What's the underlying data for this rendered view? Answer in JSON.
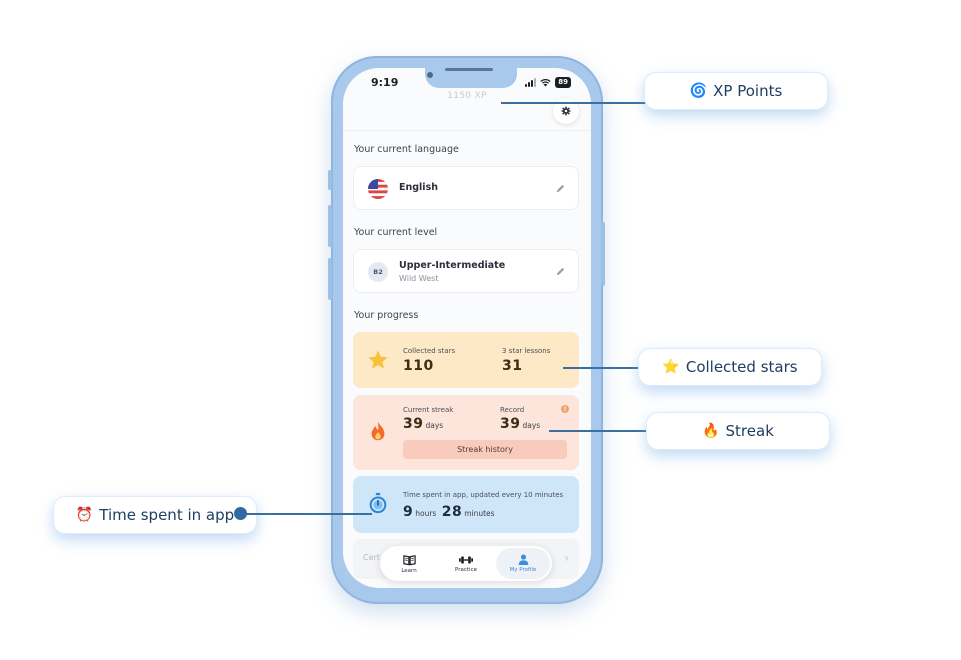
{
  "status_bar": {
    "time": "9:19",
    "battery": "89"
  },
  "profile": {
    "xp": "1150 XP"
  },
  "language_section": {
    "title": "Your current language",
    "language": "English"
  },
  "level_section": {
    "title": "Your current level",
    "badge": "B2",
    "level": "Upper-Intermediate",
    "subtitle": "Wild West"
  },
  "progress_section": {
    "title": "Your progress",
    "stars": {
      "collected_label": "Collected stars",
      "collected_value": "110",
      "three_star_label": "3 star lessons",
      "three_star_value": "31"
    },
    "streak": {
      "current_label": "Current streak",
      "current_value": "39",
      "current_unit": "days",
      "record_label": "Record",
      "record_value": "39",
      "record_unit": "days",
      "history_button": "Streak history"
    },
    "time": {
      "label": "Time spent in app, updated every 10 minutes",
      "hours_value": "9",
      "hours_unit": "hours",
      "minutes_value": "28",
      "minutes_unit": "minutes"
    },
    "certificate_partial": "Cert"
  },
  "bottom_nav": [
    {
      "label": "Learn",
      "icon": "book-icon"
    },
    {
      "label": "Practice",
      "icon": "dumbbell-icon"
    },
    {
      "label": "My Profile",
      "icon": "person-icon",
      "active": true
    }
  ],
  "callouts": {
    "xp": {
      "emoji": "🌀",
      "label": "XP Points"
    },
    "stars": {
      "emoji": "⭐",
      "label": "Collected stars"
    },
    "streak": {
      "emoji": "🔥",
      "label": "Streak"
    },
    "time": {
      "emoji": "⏰",
      "label": "Time spent in app"
    }
  },
  "colors": {
    "phone_frame": "#a9c9ec",
    "stars_card": "#fde9c6",
    "streak_card": "#fde5dc",
    "time_card": "#cfe6f8",
    "accent": "#3b8de0",
    "connector": "#3a6fa0"
  }
}
